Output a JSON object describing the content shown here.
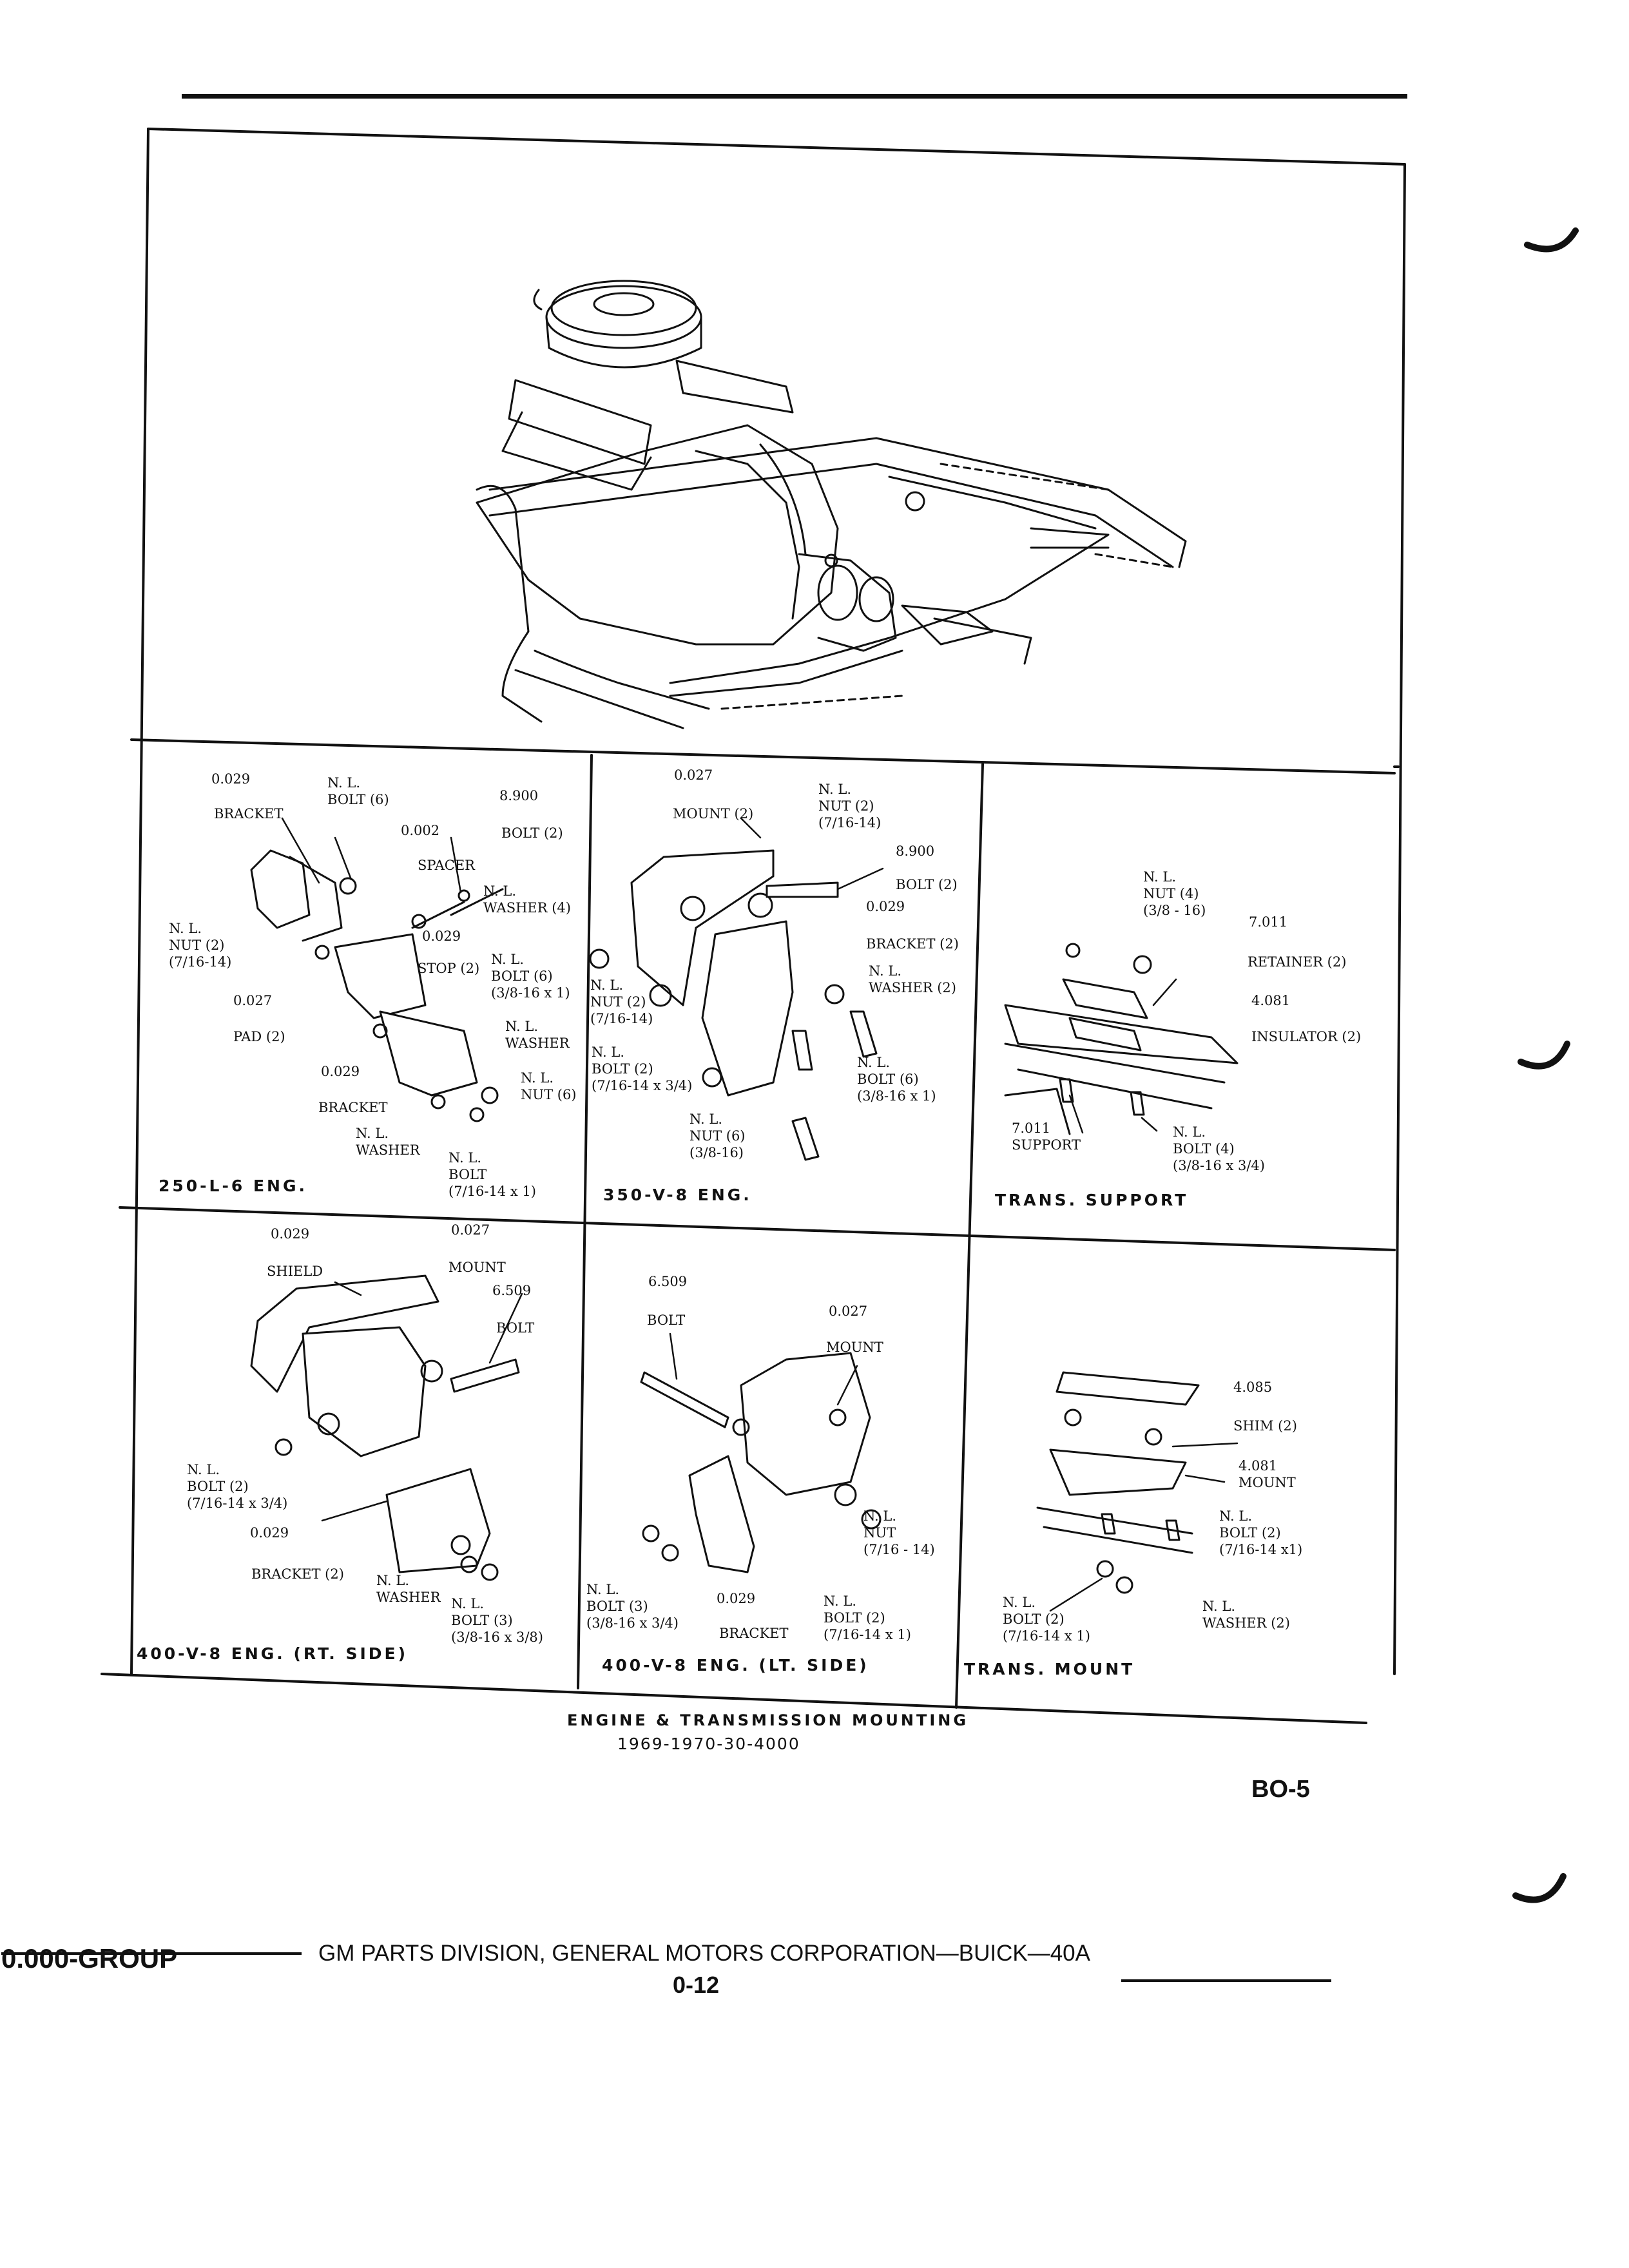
{
  "top_diagram": {
    "panels": [
      {
        "caption": "250-L-6 ENG.",
        "labels": [
          "0.029",
          "N. L.\nBOLT (6)",
          "8.900",
          "BRACKET",
          "0.002",
          "BOLT (2)",
          "SPACER",
          "N. L.\nWASHER (4)",
          "N. L.\nNUT (2)\n(7/16-14)",
          "0.029",
          "STOP (2)",
          "N. L.\nBOLT (6)\n(3/8-16 x 1)",
          "0.027",
          "PAD (2)",
          "N. L.\nWASHER",
          "0.029",
          "N. L.\nNUT (6)",
          "BRACKET",
          "N. L.\nWASHER",
          "N. L.\nBOLT\n(7/16-14 x 1)"
        ]
      },
      {
        "caption": "350-V-8 ENG.",
        "labels": [
          "0.027",
          "MOUNT (2)",
          "N. L.\nNUT (2)\n(7/16-14)",
          "8.900",
          "BOLT (2)",
          "0.029",
          "BRACKET (2)",
          "N. L.\nWASHER (2)",
          "N. L.\nNUT (2)\n(7/16-14)",
          "N. L.\nBOLT (2)\n(7/16-14 x 3/4)",
          "N. L.\nBOLT (6)\n(3/8-16 x 1)",
          "N. L.\nNUT (6)\n(3/8-16)"
        ]
      },
      {
        "caption": "TRANS. SUPPORT",
        "labels": [
          "N. L.\nNUT (4)\n(3/8 - 16)",
          "7.011",
          "RETAINER (2)",
          "4.081",
          "INSULATOR (2)",
          "7.011\nSUPPORT",
          "N. L.\nBOLT (4)\n(3/8-16 x 3/4)"
        ]
      },
      {
        "caption": "400-V-8 ENG. (RT. SIDE)",
        "labels": [
          "0.029",
          "0.027",
          "SHIELD",
          "MOUNT",
          "6.509",
          "BOLT",
          "N. L.\nBOLT (2)\n(7/16-14 x 3/4)",
          "0.029",
          "BRACKET (2)",
          "N. L.\nWASHER",
          "N. L.\nBOLT (3)\n(3/8-16 x 3/8)"
        ]
      },
      {
        "caption": "400-V-8 ENG. (LT. SIDE)",
        "labels": [
          "6.509",
          "BOLT",
          "0.027",
          "MOUNT",
          "N. L.\nNUT\n(7/16 - 14)",
          "N. L.\nBOLT (3)\n(3/8-16 x 3/4)",
          "0.029",
          "BRACKET",
          "N. L.\nBOLT (2)\n(7/16-14 x 1)"
        ]
      },
      {
        "caption": "TRANS. MOUNT",
        "labels": [
          "4.085",
          "SHIM (2)",
          "4.081\nMOUNT",
          "N. L.\nBOLT (2)\n(7/16-14 x1)",
          "N. L.\nBOLT (2)\n(7/16-14 x 1)",
          "N. L.\nWASHER (2)"
        ]
      }
    ]
  },
  "figure_title": "ENGINE & TRANSMISSION MOUNTING",
  "figure_subtitle": "1969-1970-30-4000",
  "page_ref": "BO-5",
  "footer": {
    "group": "0.000-GROUP",
    "publisher": "GM PARTS DIVISION, GENERAL MOTORS CORPORATION—BUICK—40A",
    "page_number": "0-12"
  },
  "colors": {
    "ink": "#111111",
    "paper": "#ffffff"
  }
}
